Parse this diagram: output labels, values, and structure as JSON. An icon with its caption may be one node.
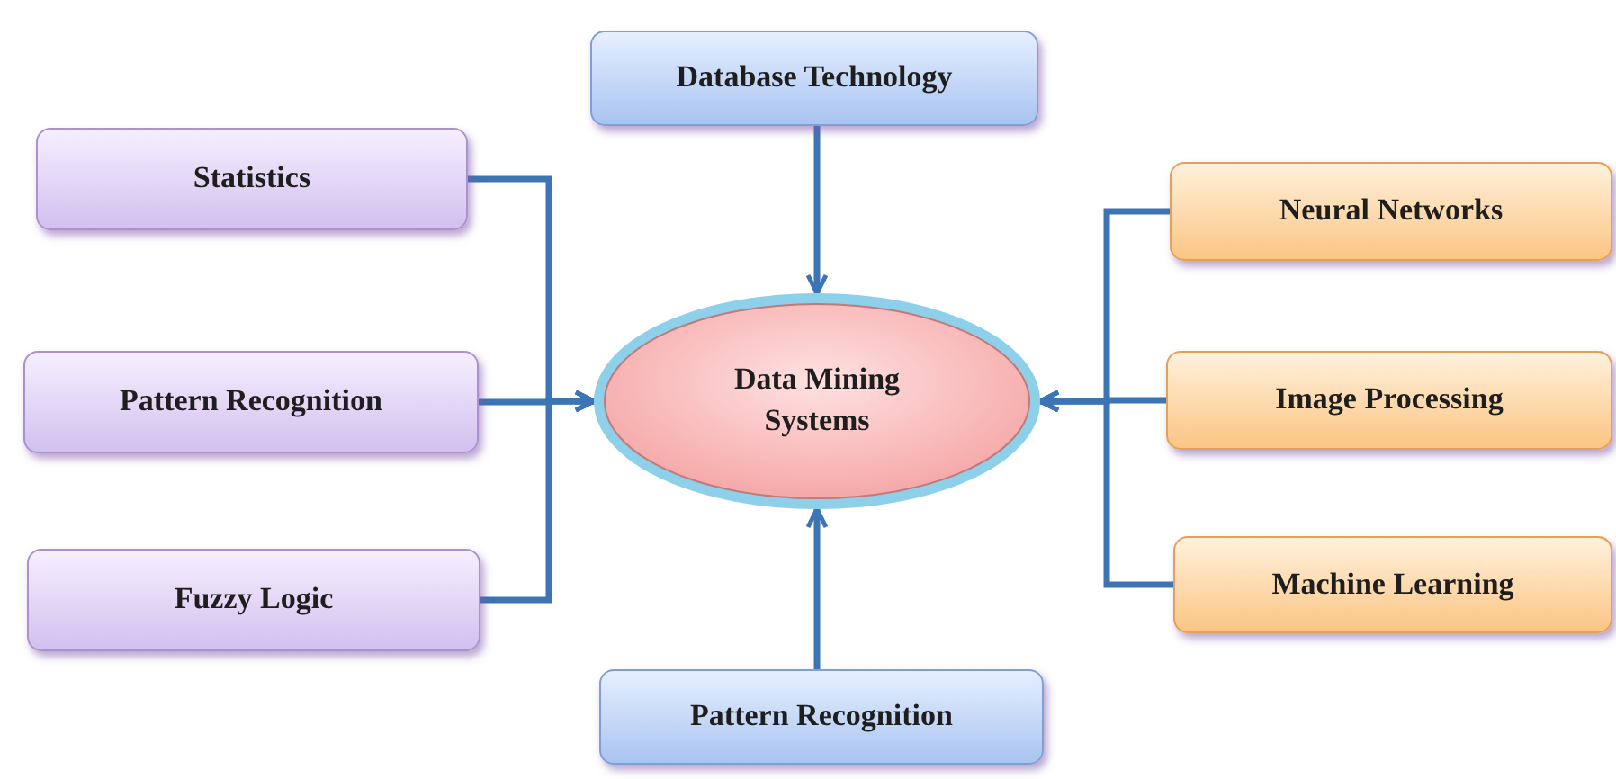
{
  "diagram": {
    "nodes": [
      {
        "text": [
          "Database Technology"
        ]
      },
      {
        "text": [
          "Statistics"
        ]
      },
      {
        "text": [
          "Neural Networks"
        ]
      },
      {
        "text": [
          "Pattern Recognition"
        ]
      },
      {
        "text": [
          "Data Mining Systems"
        ]
      },
      {
        "text": [
          "Image Processing"
        ]
      },
      {
        "text": [
          "Fuzzy Logic"
        ]
      },
      {
        "text": [
          "Machine Learning"
        ]
      },
      {
        "text": [
          "Pattern Recognition"
        ]
      }
    ],
    "edges": [
      {
        "from": 0,
        "to": 4,
        "arrow": "to"
      },
      {
        "from": 1,
        "to": 4,
        "arrow": "to"
      },
      {
        "from": 3,
        "to": 4,
        "arrow": "to"
      },
      {
        "from": 6,
        "to": 4,
        "arrow": "to"
      },
      {
        "from": 2,
        "to": 4,
        "arrow": "to"
      },
      {
        "from": 5,
        "to": 4,
        "arrow": "to"
      },
      {
        "from": 7,
        "to": 4,
        "arrow": "to"
      },
      {
        "from": 8,
        "to": 4,
        "arrow": "to"
      }
    ]
  }
}
